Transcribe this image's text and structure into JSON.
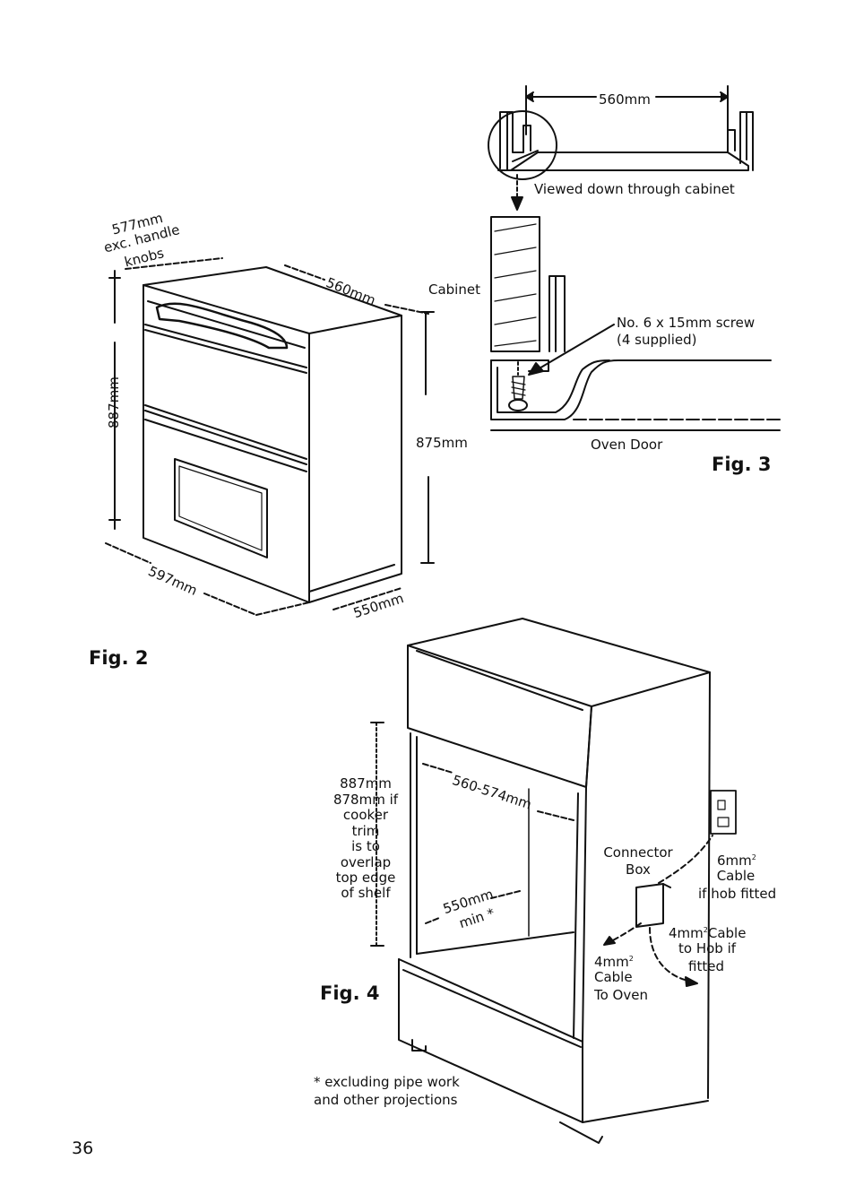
{
  "page_number": "36",
  "fig2": {
    "caption": "Fig. 2",
    "labels": {
      "depth_handles_l1": "577mm",
      "depth_handles_l2": "exc. handle",
      "depth_handles_l3": "knobs",
      "width_top": "560mm",
      "height_left": "887mm",
      "height_right": "875mm",
      "width_bottom": "597mm",
      "depth_bottom": "550mm"
    }
  },
  "fig3": {
    "caption": "Fig. 3",
    "labels": {
      "width": "560mm",
      "viewed": "Viewed down through cabinet",
      "cabinet": "Cabinet",
      "screw_l1": "No. 6 x 15mm screw",
      "screw_l2": "(4 supplied)",
      "oven_door": "Oven Door"
    }
  },
  "fig4": {
    "caption": "Fig. 4",
    "labels": {
      "height_l1": "887mm",
      "height_l2": "878mm if",
      "height_l3": "cooker",
      "height_l4": "trim",
      "height_l5": "is to",
      "height_l6": "overlap",
      "height_l7": "top edge",
      "height_l8": "of shelf",
      "width": "560-574mm",
      "depth_l1": "550mm",
      "depth_l2": "min *",
      "connector_l1": "Connector",
      "connector_l2": "Box",
      "cable6_l1": "6mm",
      "cable6_l2": "Cable",
      "cable6_l3": "if hob fitted",
      "cable4hob_l1": "4mm",
      "cable4hob_l1b": "Cable",
      "cable4hob_l2": "to Hob if",
      "cable4hob_l3": "fitted",
      "cable4oven_l1": "4mm",
      "cable4oven_l2": "Cable",
      "cable4oven_l3": "To Oven",
      "sup2": "2",
      "footnote_l1": "* excluding pipe work",
      "footnote_l2": "and other projections"
    }
  }
}
